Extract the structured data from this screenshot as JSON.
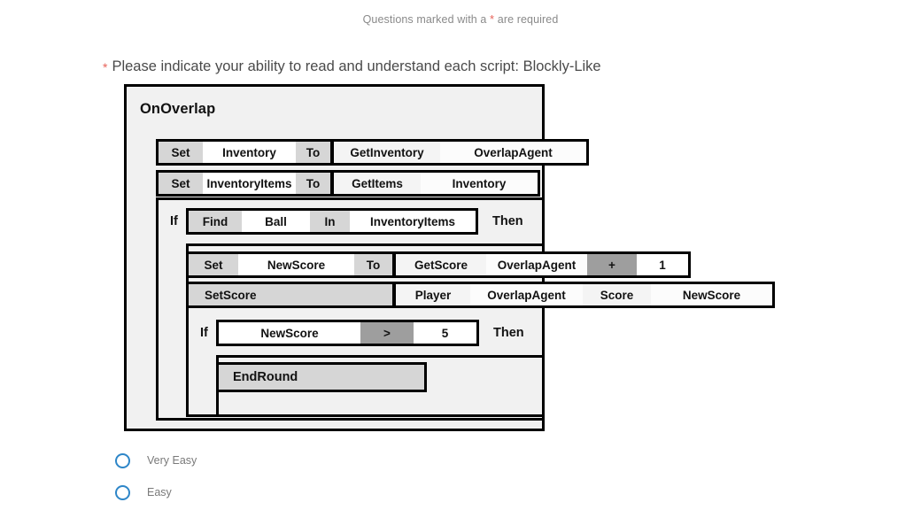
{
  "page": {
    "required_notice_prefix": "Questions marked with a",
    "required_notice_star": "*",
    "required_notice_suffix": "are required"
  },
  "question": {
    "star": "*",
    "text": "Please indicate your ability to read and understand each script: Blockly-Like"
  },
  "script": {
    "event_title": "OnOverlap",
    "rows": {
      "set_inventory": {
        "keyword_set": "Set",
        "variable": "Inventory",
        "keyword_to": "To",
        "call_name": "GetInventory",
        "call_arg": "OverlapAgent"
      },
      "set_inventory_items": {
        "keyword_set": "Set",
        "variable": "InventoryItems",
        "keyword_to": "To",
        "call_name": "GetItems",
        "call_arg": "Inventory"
      },
      "if_find": {
        "keyword_if": "If",
        "keyword_find": "Find",
        "needle": "Ball",
        "keyword_in": "In",
        "haystack": "InventoryItems",
        "keyword_then": "Then"
      },
      "set_newscore": {
        "keyword_set": "Set",
        "variable": "NewScore",
        "keyword_to": "To",
        "call_name": "GetScore",
        "call_arg": "OverlapAgent",
        "operator": "+",
        "operand": "1"
      },
      "set_score": {
        "call_name": "SetScore",
        "label_player": "Player",
        "player_value": "OverlapAgent",
        "label_score": "Score",
        "score_value": "NewScore"
      },
      "if_compare": {
        "keyword_if": "If",
        "left_operand": "NewScore",
        "operator": ">",
        "right_operand": "5",
        "keyword_then": "Then"
      },
      "end_round": {
        "call_name": "EndRound"
      }
    }
  },
  "answers": {
    "options": [
      {
        "label": "Very Easy",
        "selected": false
      },
      {
        "label": "Easy",
        "selected": false
      }
    ]
  },
  "colors": {
    "accent_required": "#e8635a",
    "radio_blue": "#2e86c8",
    "block_fill": "#f1f1f1",
    "statement_fill": "#d6d6d6",
    "operator_fill": "#9e9e9e",
    "field_fill": "#ffffff",
    "border": "#000000"
  }
}
